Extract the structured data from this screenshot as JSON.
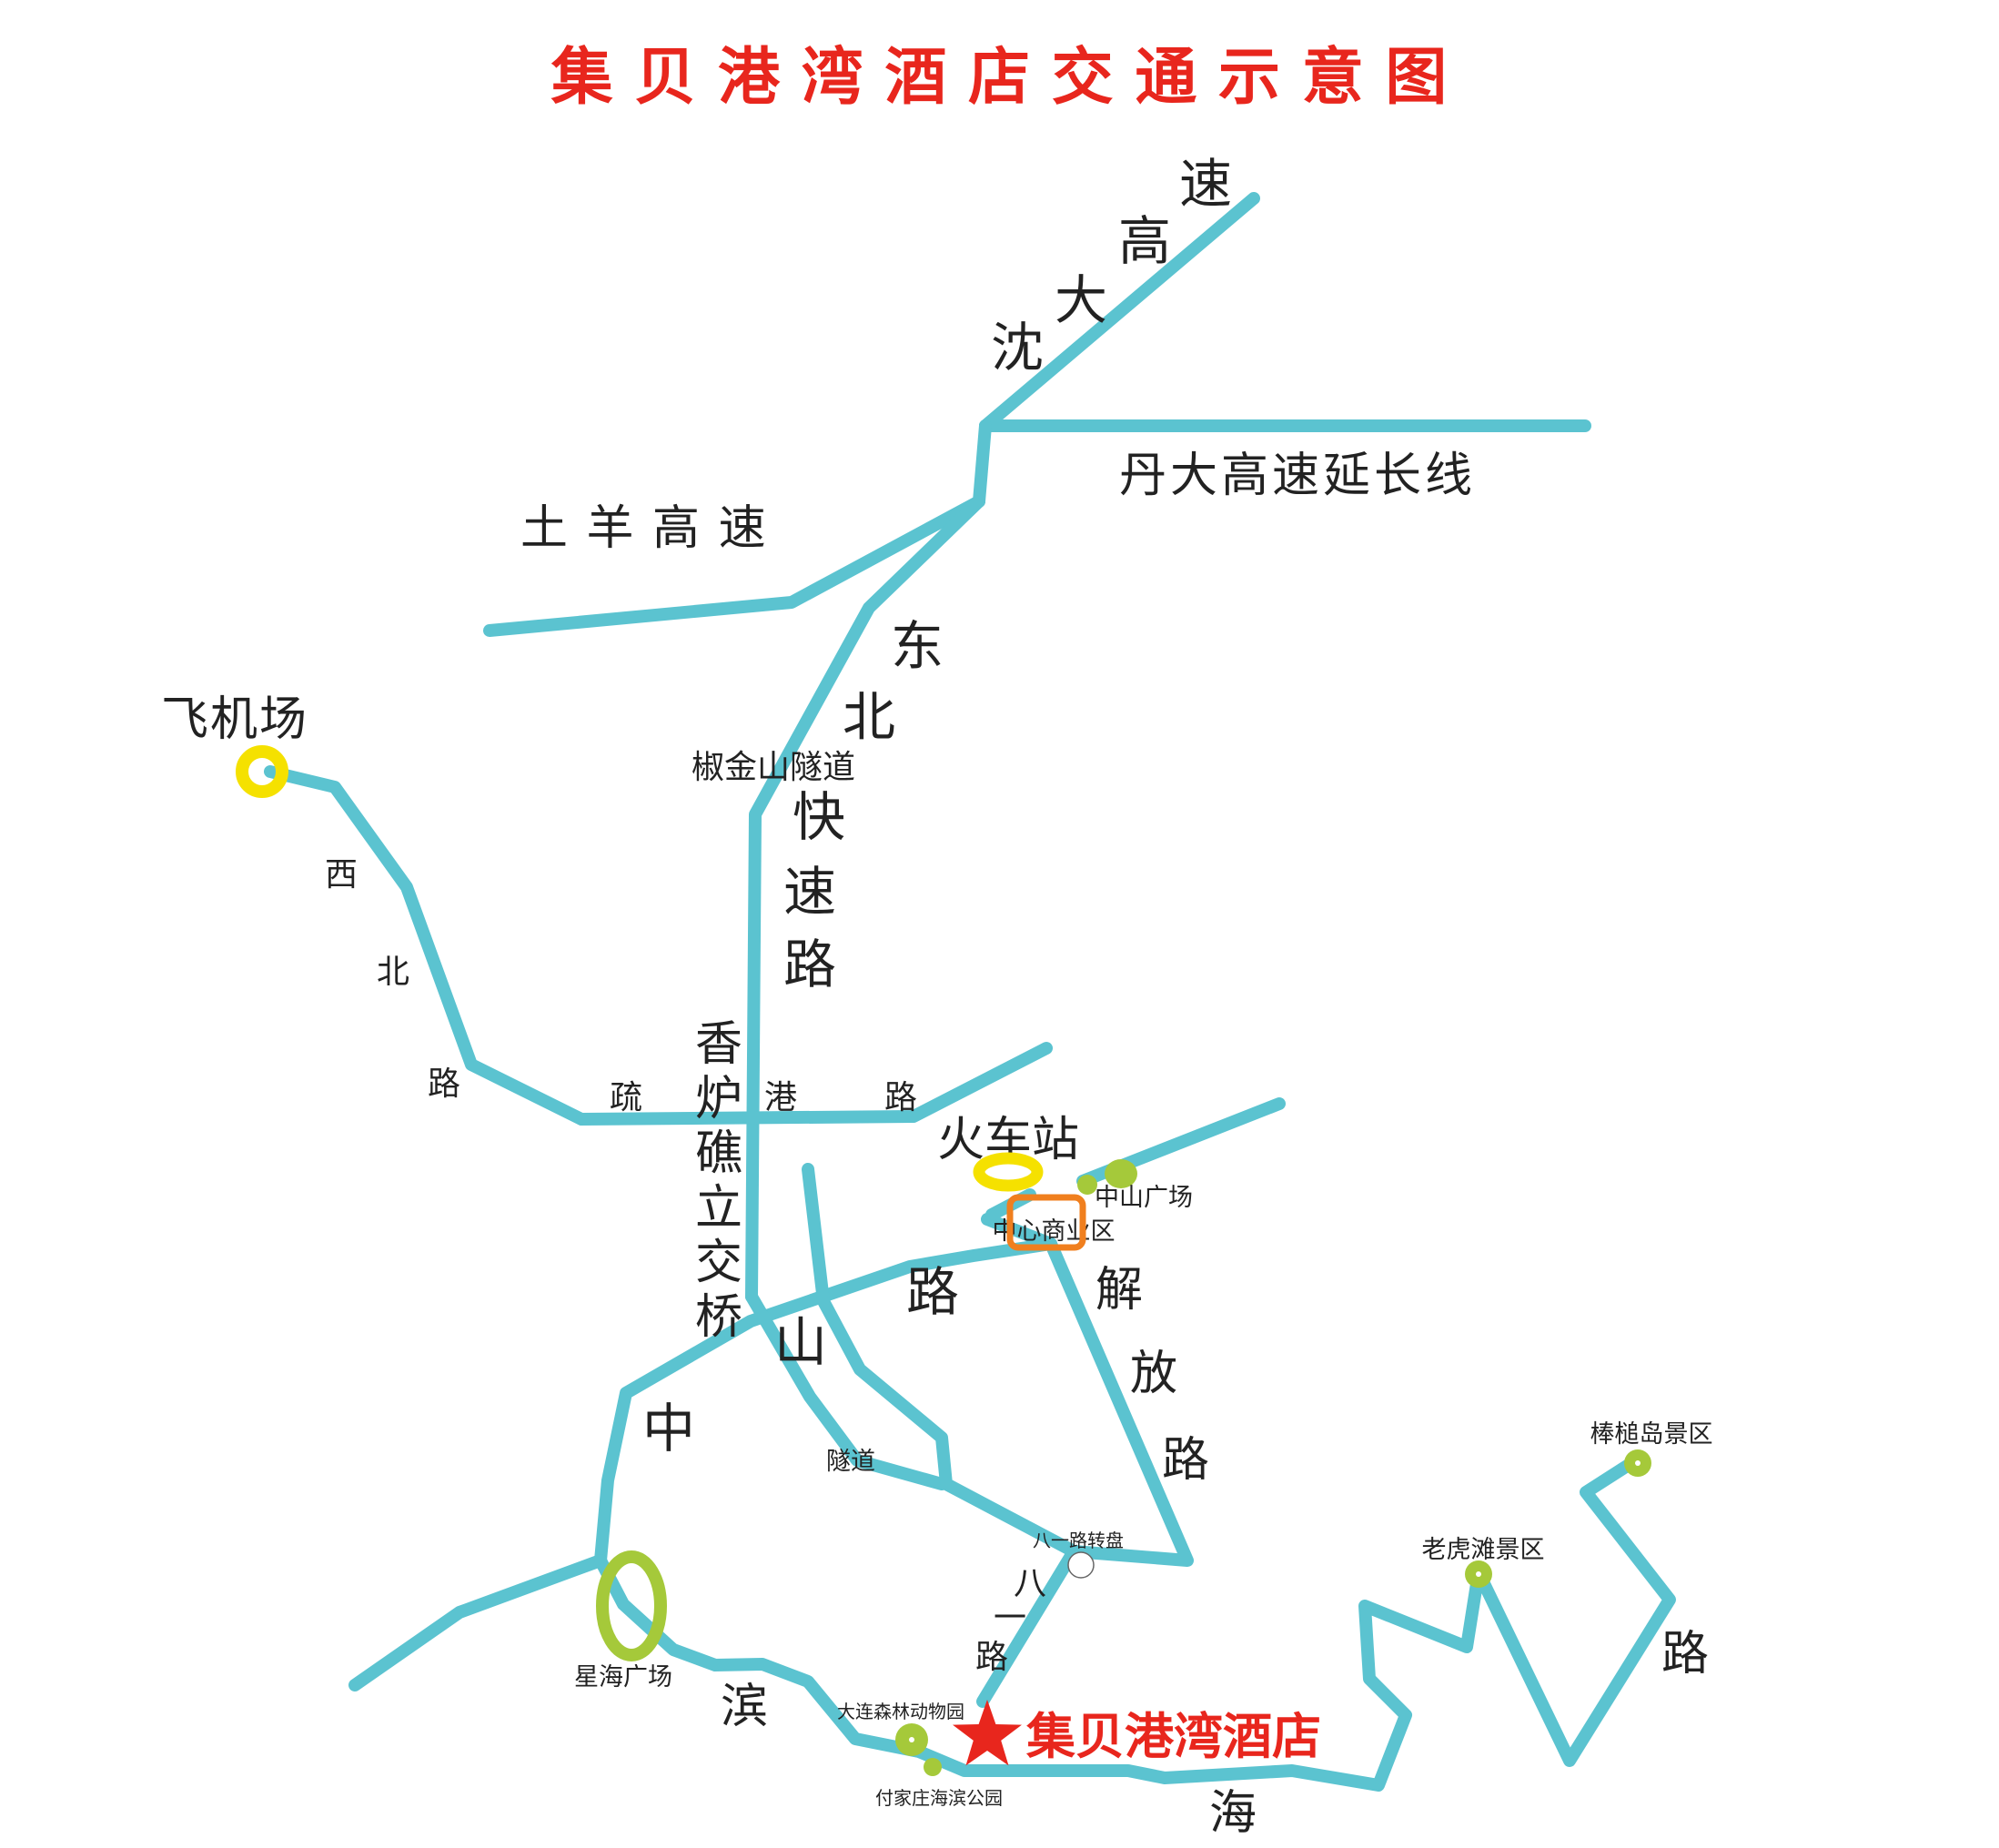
{
  "title": "集 贝 港 湾 酒 店 交 通 示 意 图",
  "roads": {
    "shenda": [
      "速",
      "高",
      "大",
      "沈"
    ],
    "danda": "丹大高速延长线",
    "tuyang": "土 羊 高 速",
    "dongbei": [
      "东",
      "北",
      "快",
      "速",
      "路"
    ],
    "xibei": [
      "西",
      "北",
      "路"
    ],
    "shugang": [
      "疏",
      "港",
      "路"
    ],
    "xianglu": [
      "香",
      "炉",
      "礁",
      "立",
      "交",
      "桥"
    ],
    "zhongshan": [
      "中",
      "山",
      "路"
    ],
    "jiefang": [
      "解",
      "放",
      "路"
    ],
    "bayi": [
      "八",
      "一",
      "路"
    ],
    "binhai": [
      "滨",
      "海",
      "路"
    ]
  },
  "places": {
    "airport": "飞机场",
    "tunnel": "椒金山隧道",
    "station": "火车站",
    "zhongshan_square": "中山广场",
    "cbd": "中心商业区",
    "suidao": "隧道",
    "roundabout": "八一路转盘",
    "xinghai": "星海广场",
    "zoo": "大连森林动物园",
    "fujiazhuang": "付家庄海滨公园",
    "laohutan": "老虎滩景区",
    "bangchui": "棒槌岛景区"
  },
  "hotel": {
    "name": "集贝港湾酒店",
    "icon": "star-icon"
  },
  "colors": {
    "road": "#5bc3d0",
    "title": "#e8261d",
    "hotel": "#e8261d",
    "airport": "#f5e100",
    "station": "#f5e100",
    "cbd": "#f07f1e",
    "scenic": "#a5c93a"
  }
}
